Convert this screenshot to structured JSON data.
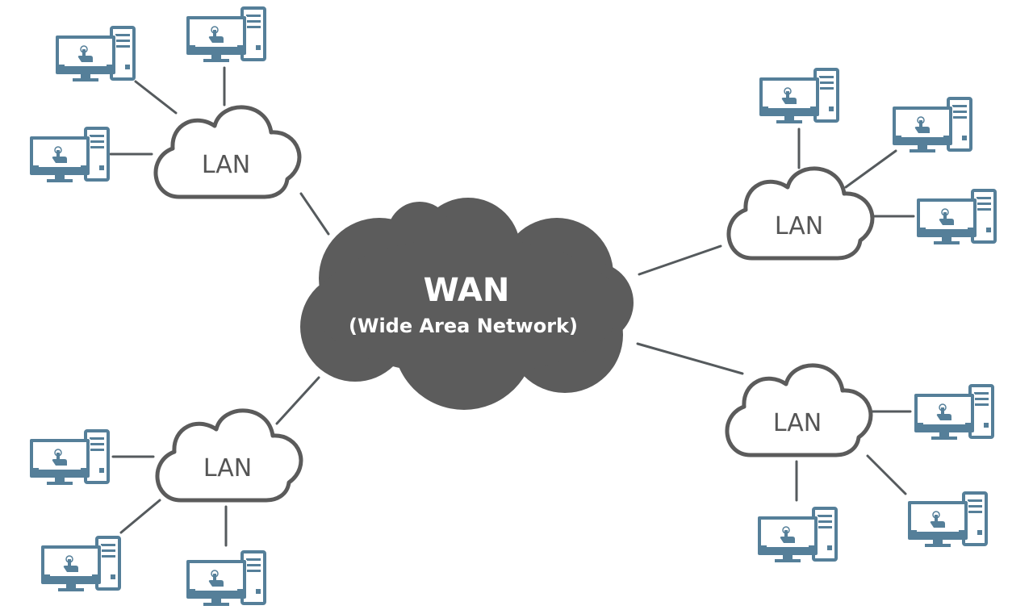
{
  "wan": {
    "title": "WAN",
    "subtitle": "(Wide Area Network)"
  },
  "lans": [
    {
      "label": "LAN",
      "group": "top-left"
    },
    {
      "label": "LAN",
      "group": "right-upper"
    },
    {
      "label": "LAN",
      "group": "bottom-left"
    },
    {
      "label": "LAN",
      "group": "right-lower"
    }
  ],
  "colors": {
    "wan_cloud": "#5c5c5c",
    "lan_cloud_outline": "#5b5b5b",
    "computer": "#557f99",
    "link": "#555a5d"
  },
  "icons": {
    "computer": "desktop-computer-icon",
    "touch": "hand-pointer-icon"
  }
}
